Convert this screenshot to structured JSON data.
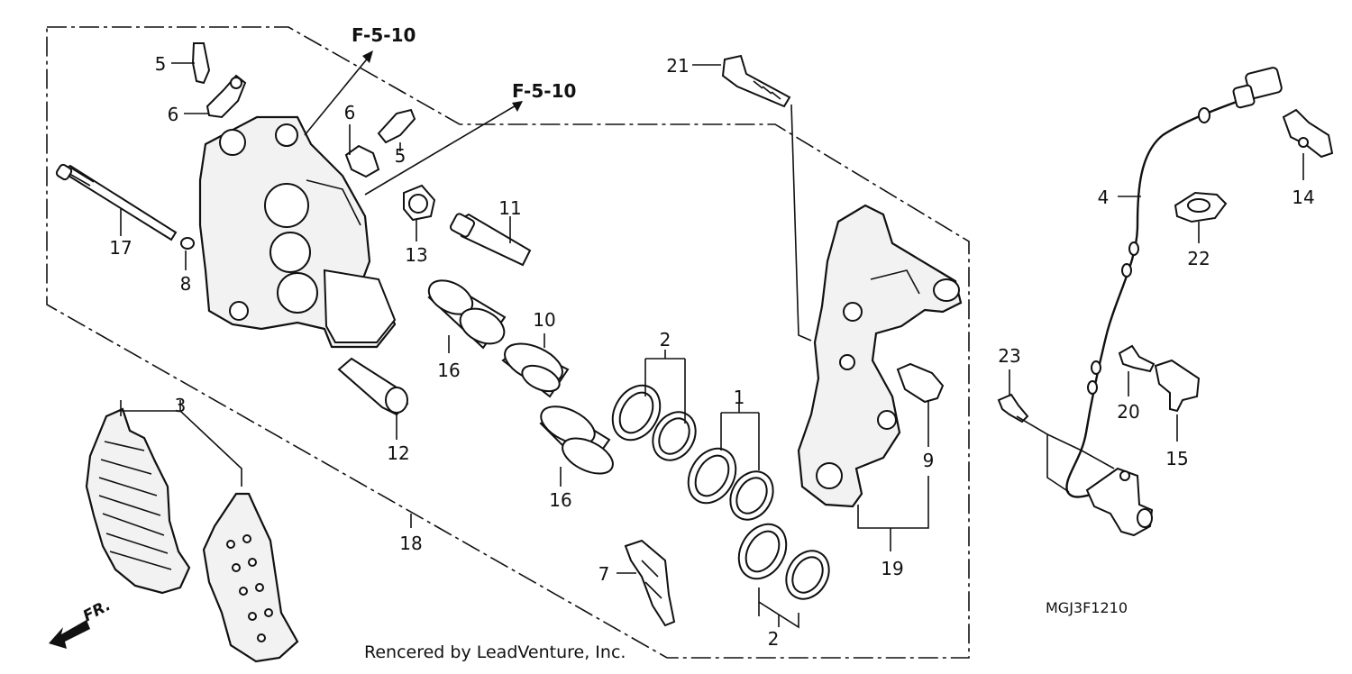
{
  "diagram": {
    "part_labels": {
      "p1": "1",
      "p2a": "2",
      "p2b": "2",
      "p3": "3",
      "p4": "4",
      "p5a": "5",
      "p5b": "5",
      "p6a": "6",
      "p6b": "6",
      "p7": "7",
      "p8": "8",
      "p9": "9",
      "p10": "10",
      "p11": "11",
      "p12": "12",
      "p13": "13",
      "p14": "14",
      "p15": "15",
      "p16a": "16",
      "p16b": "16",
      "p17": "17",
      "p18": "18",
      "p19": "19",
      "p20": "20",
      "p21": "21",
      "p22": "22",
      "p23": "23"
    },
    "references": {
      "ref1": "F-5-10",
      "ref2": "F-5-10"
    },
    "diagram_code": "MGJ3F1210",
    "credit": "Rencered by LeadVenture, Inc.",
    "direction_label": "FR."
  }
}
